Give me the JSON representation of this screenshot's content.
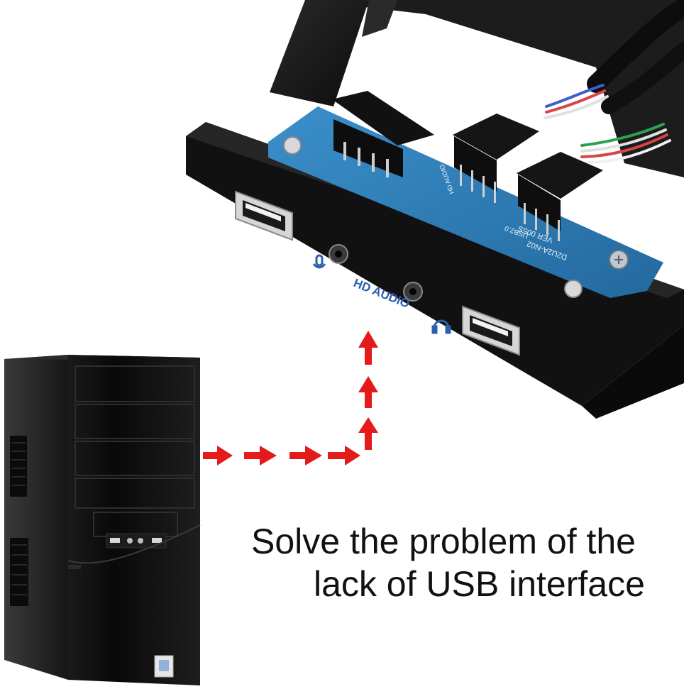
{
  "panel": {
    "silk_audio": "HD AUDIO",
    "pcb_model": "VER 005S",
    "pcb_usb": "USB2.0",
    "pcb_part": "D2U2A-N02",
    "pcb_hd": "HD AUDIO"
  },
  "caption": {
    "line1": "Solve the problem of the",
    "line2": "lack of USB interface"
  },
  "colors": {
    "arrow": "#e51b1b",
    "panel": "#141414",
    "pcb": "#2f7fb8",
    "silk": "#2d5fb0",
    "caption": "#111111"
  },
  "icons": [
    "microphone-icon",
    "headphones-icon",
    "arrow-right-icon",
    "arrow-up-icon"
  ]
}
